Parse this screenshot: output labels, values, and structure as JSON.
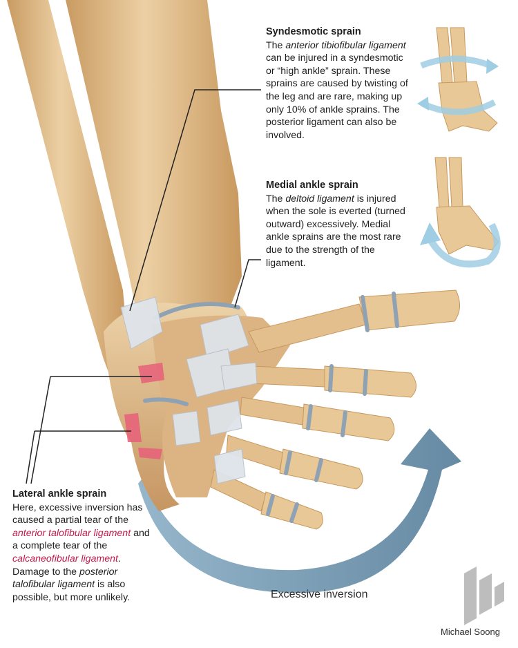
{
  "syndesmotic": {
    "title": "Syndesmotic sprain",
    "p1": "The ",
    "em": "anterior tibiofibular ligament",
    "p2": " can be injured in a syndesmotic or “high ankle” sprain. These sprains are caused by twisting of the leg and are rare, making up only 10% of ankle sprains. The posterior ligament can also be involved."
  },
  "medial": {
    "title": "Medial ankle sprain",
    "p1": "The ",
    "em": "deltoid ligament",
    "p2": " is injured when the sole is everted (turned outward) excessively. Medial ankle sprains are the most rare due to the strength of the ligament."
  },
  "lateral": {
    "title": "Lateral ankle sprain",
    "p1": "Here, excessive inversion has caused a partial tear of the ",
    "em1": "anterior talofibular ligament",
    "p2": " and a complete tear of the ",
    "em2": "calcaneofibular ligament",
    "p3": ". Damage to the ",
    "em3": "posterior talofibular ligament",
    "p4": " is also possible, but more unlikely."
  },
  "arrow_label": "Excessive inversion",
  "credit": "Michael Soong",
  "colors": {
    "bone": "#e2bf8e",
    "bone_shadow": "#b98a55",
    "ligament": "#dfe4ea",
    "cartilage": "#8fa2b3",
    "tear": "#e8607a",
    "arrow_big": "#6f94ad",
    "arrow_small": "#9fcde3",
    "highlight_text": "#c2184b"
  }
}
